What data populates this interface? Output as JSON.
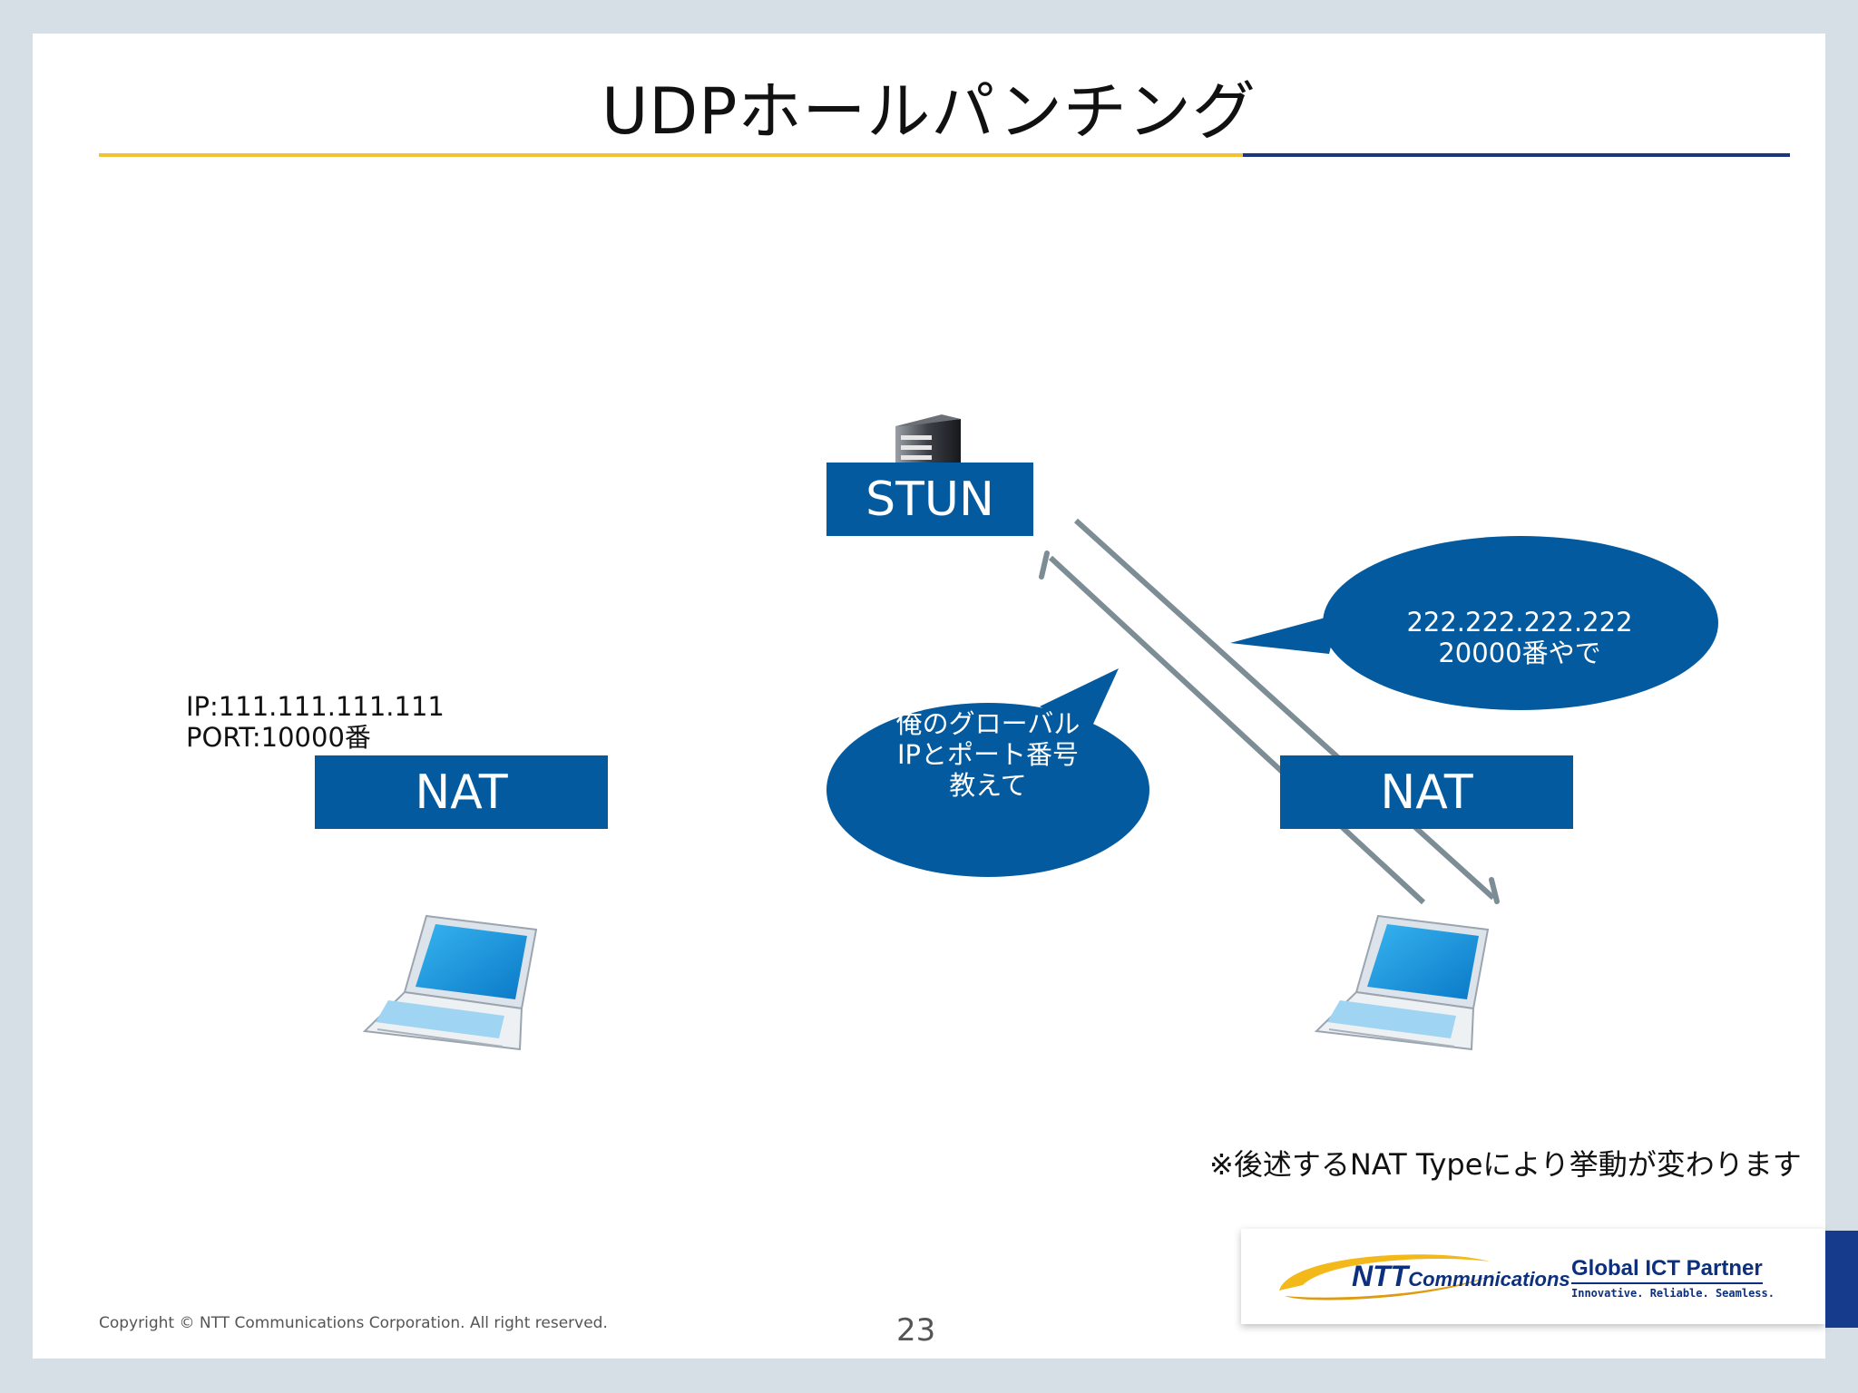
{
  "slide": {
    "title": "UDPホールパンチング",
    "page_number": "23",
    "copyright": "Copyright © NTT Communications Corporation. All right reserved."
  },
  "diagram": {
    "stun_label": "STUN",
    "nat_left_label": "NAT",
    "nat_right_label": "NAT",
    "ip_info": {
      "ip": "IP:111.111.111.111",
      "port": "PORT:10000番"
    },
    "bubble_left": {
      "line1": "俺のグローバル",
      "line2": "IPとポート番号",
      "line3": "教えて"
    },
    "bubble_right": {
      "line1": "222.222.222.222",
      "line2": "20000番やで"
    }
  },
  "note": "※後述するNAT Typeにより挙動が変わります",
  "logo": {
    "brand_main": "NTT",
    "brand_sub": "Communications",
    "tagline": "Global ICT Partner",
    "subtagline": "Innovative. Reliable. Seamless."
  },
  "colors": {
    "box_blue": "#045a9e",
    "rule_yellow": "#f2c230",
    "rule_navy": "#1b3580",
    "arrow_gray": "#7d8d95",
    "logo_navy": "#0c2f7e"
  }
}
